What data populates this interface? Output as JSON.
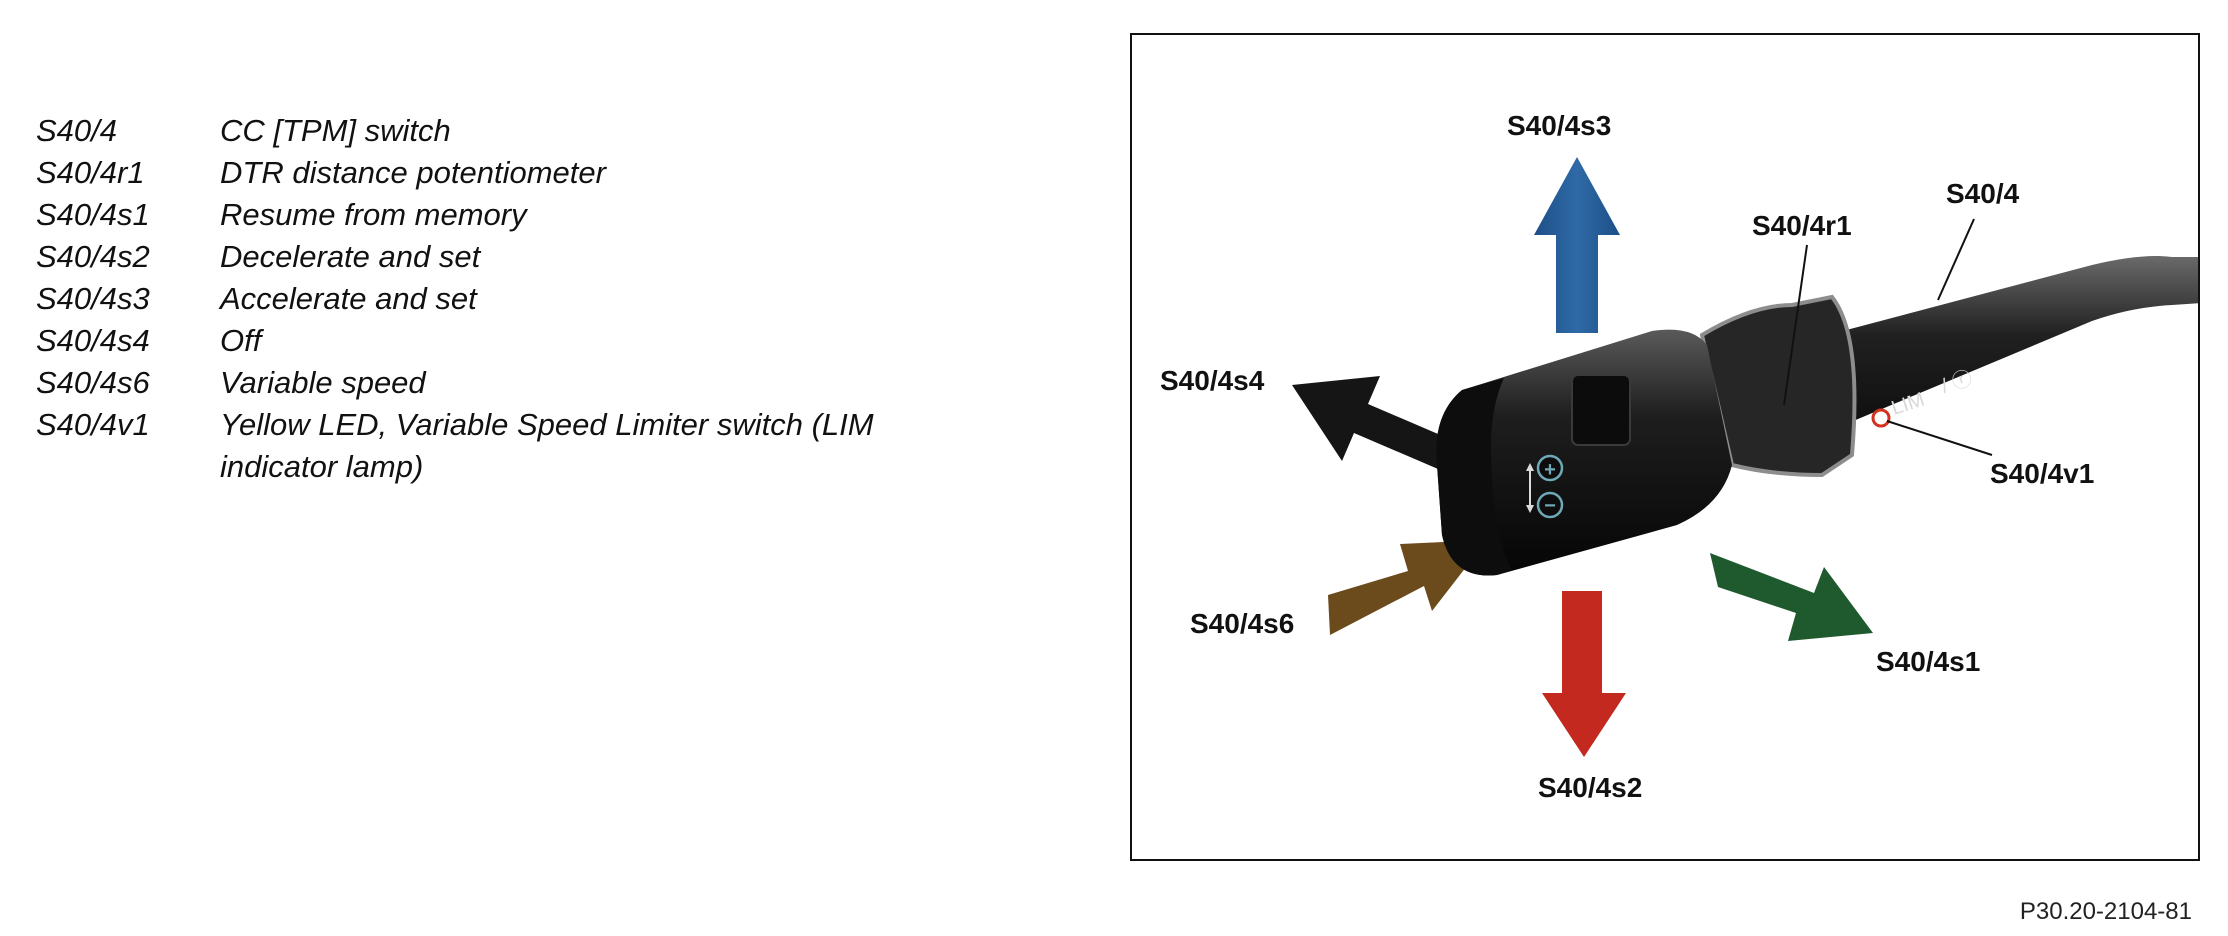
{
  "legend": [
    {
      "code": "S40/4",
      "description": "CC [TPM] switch"
    },
    {
      "code": "S40/4r1",
      "description": "DTR distance potentiometer"
    },
    {
      "code": "S40/4s1",
      "description": "Resume from memory"
    },
    {
      "code": "S40/4s2",
      "description": "Decelerate and set"
    },
    {
      "code": "S40/4s3",
      "description": "Accelerate and set"
    },
    {
      "code": "S40/4s4",
      "description": "Off"
    },
    {
      "code": "S40/4s6",
      "description": "Variable speed"
    },
    {
      "code": "S40/4v1",
      "description": "Yellow LED, Variable Speed Limiter switch (LIM\nindicator lamp)"
    }
  ],
  "diagram": {
    "labels": {
      "s40_4s3": "S40/4s3",
      "s40_4r1": "S40/4r1",
      "s40_4": "S40/4",
      "s40_4s4": "S40/4s4",
      "s40_4v1": "S40/4v1",
      "s40_4s6": "S40/4s6",
      "s40_4s1": "S40/4s1",
      "s40_4s2": "S40/4s2"
    },
    "switch_markings": {
      "lim": "LIM",
      "plus": "+",
      "minus": "−"
    },
    "arrow_colors": {
      "s40_4s3": "#2f6aa7",
      "s40_4s4": "#151515",
      "s40_4s6": "#6b4a1c",
      "s40_4s2": "#c4291f",
      "s40_4s1": "#1f5a2e"
    }
  },
  "figure_ref": "P30.20-2104-81"
}
